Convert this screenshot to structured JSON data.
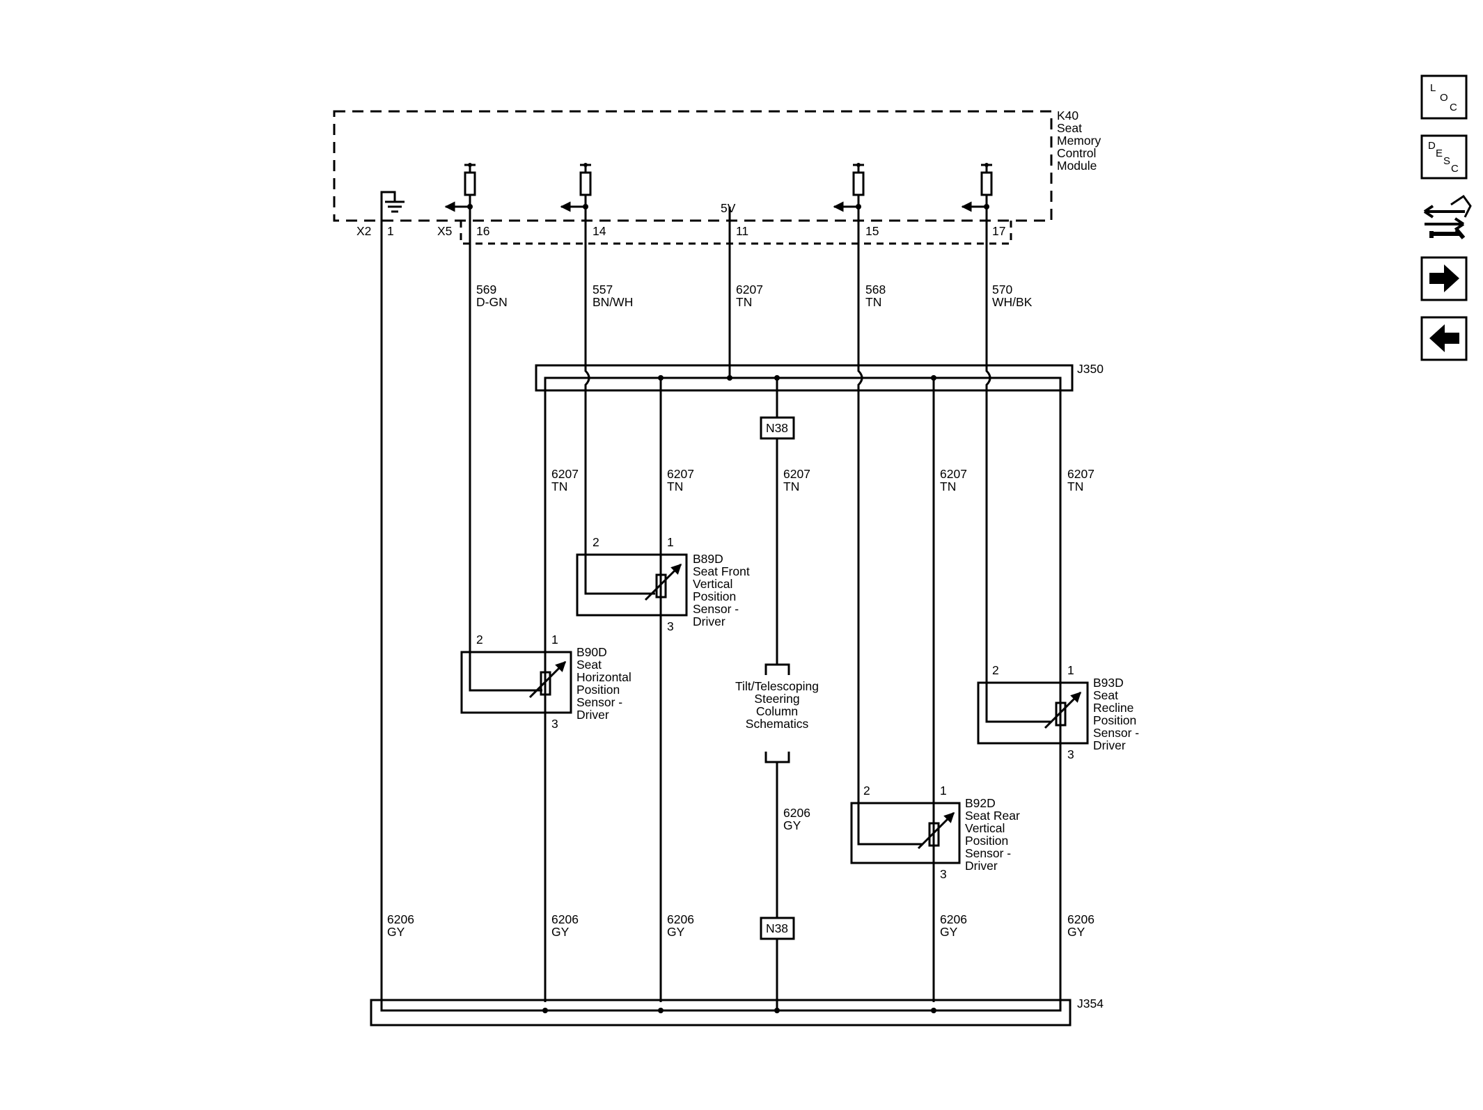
{
  "module": {
    "code": "K40",
    "name_lines": [
      "Seat",
      "Memory",
      "Control",
      "Module"
    ],
    "supply_label": "5V",
    "connectors": {
      "x2": "X2",
      "x5": "X5"
    },
    "pins": {
      "ground": "1",
      "p16": "16",
      "p14": "14",
      "p11": "11",
      "p15": "15",
      "p17": "17"
    }
  },
  "wires": {
    "horizontal_signal": {
      "circuit": "569",
      "color": "D-GN"
    },
    "front_vertical_signal": {
      "circuit": "557",
      "color": "BN/WH"
    },
    "supply": {
      "circuit": "6207",
      "color": "TN"
    },
    "rear_vertical_signal": {
      "circuit": "568",
      "color": "TN"
    },
    "recline_signal": {
      "circuit": "570",
      "color": "WH/BK"
    },
    "ref_ground": {
      "circuit": "6206",
      "color": "GY"
    }
  },
  "splices": {
    "top": "J350",
    "bottom": "J354"
  },
  "inline_connector": "N38",
  "steering_ref_lines": [
    "Tilt/Telescoping",
    "Steering",
    "Column",
    "Schematics"
  ],
  "sensors": {
    "b90d": {
      "code": "B90D",
      "lines": [
        "Seat",
        "Horizontal",
        "Position",
        "Sensor -",
        "Driver"
      ],
      "pin_a": "2",
      "pin_b": "1",
      "pin_c": "3"
    },
    "b89d": {
      "code": "B89D",
      "lines": [
        "Seat Front",
        "Vertical",
        "Position",
        "Sensor -",
        "Driver"
      ],
      "pin_a": "2",
      "pin_b": "1",
      "pin_c": "3"
    },
    "b93d": {
      "code": "B93D",
      "lines": [
        "Seat",
        "Recline",
        "Position",
        "Sensor -",
        "Driver"
      ],
      "pin_a": "2",
      "pin_b": "1",
      "pin_c": "3"
    },
    "b92d": {
      "code": "B92D",
      "lines": [
        "Seat Rear",
        "Vertical",
        "Position",
        "Sensor -",
        "Driver"
      ],
      "pin_a": "2",
      "pin_b": "1",
      "pin_c": "3"
    }
  },
  "nav": {
    "loc": [
      "L",
      "O",
      "C"
    ],
    "desc": [
      "D",
      "E",
      "S",
      "C"
    ]
  }
}
